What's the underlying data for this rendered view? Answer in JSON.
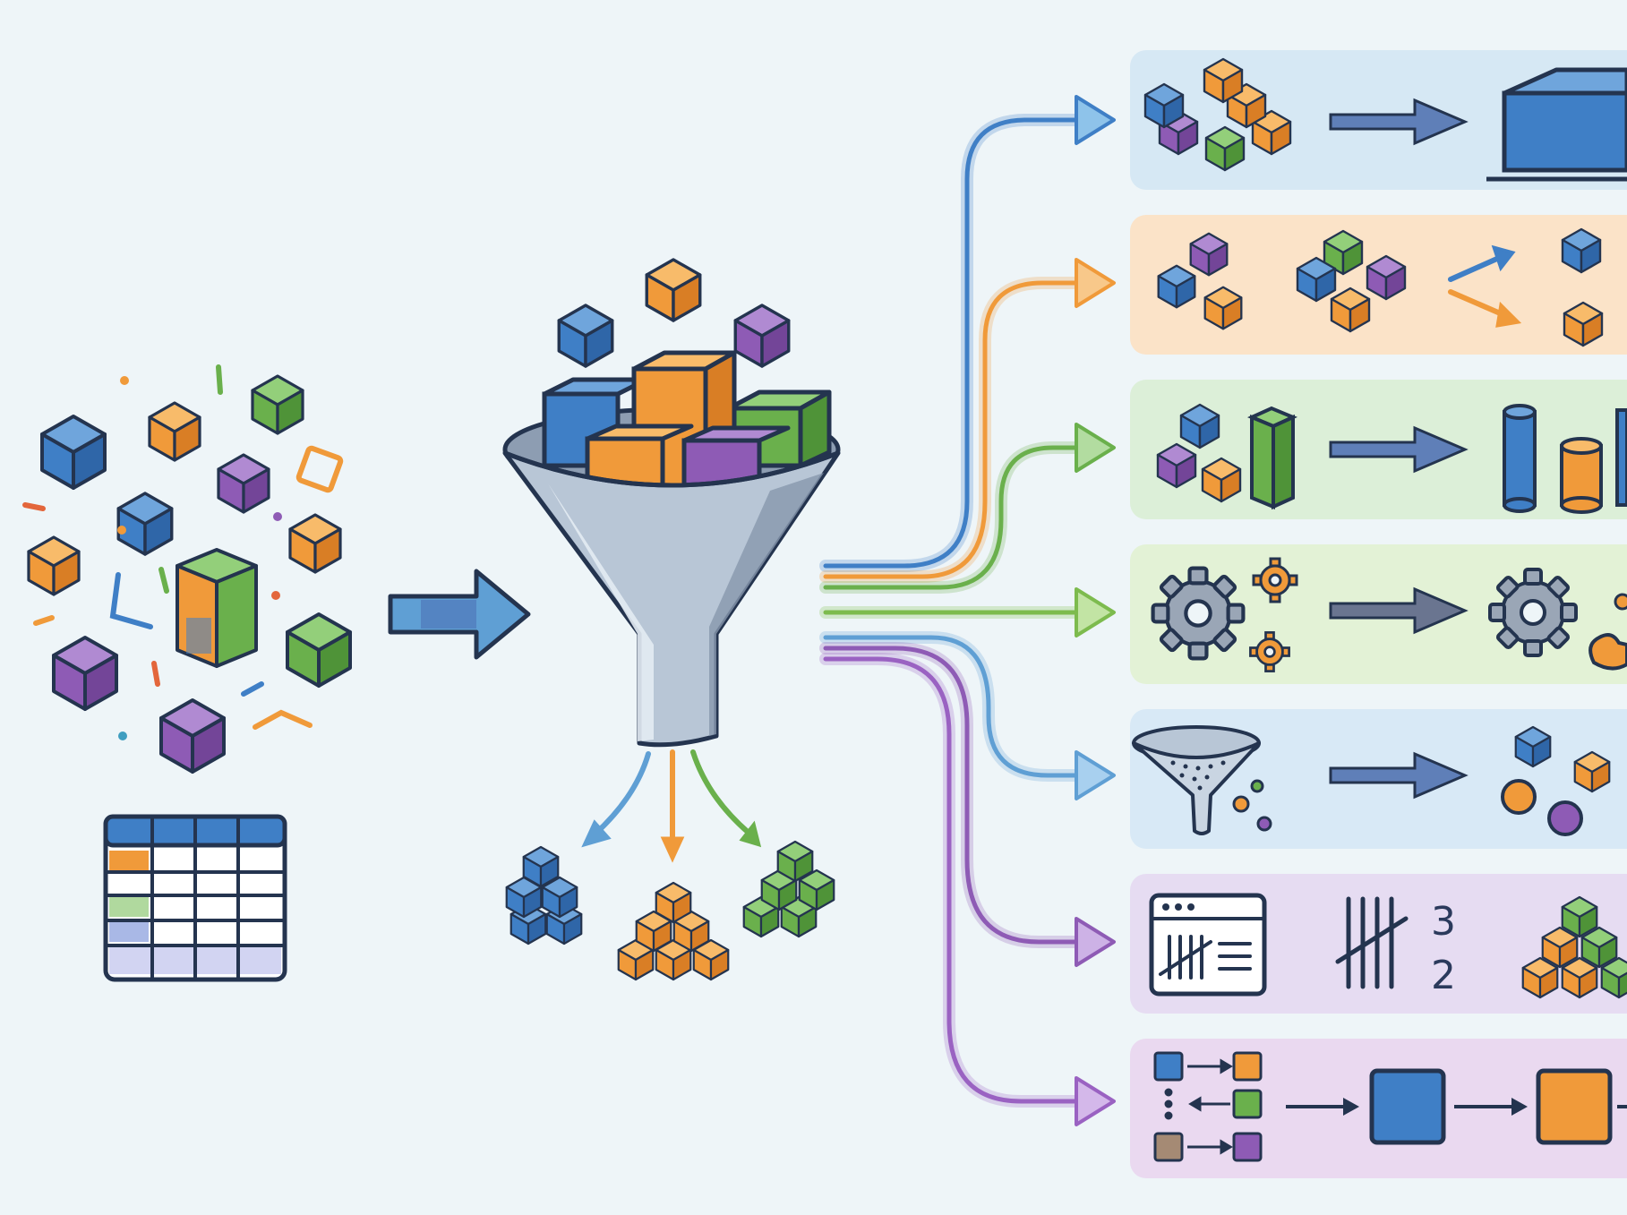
{
  "colors": {
    "background": "#eef5f8",
    "blue": "#3f7fc6",
    "orange": "#f09a3a",
    "green": "#6ab04c",
    "purple": "#8e5bb5",
    "outline": "#24344f",
    "arrow": "#3a4c7a",
    "funnel": "#b8c6d6"
  },
  "icons": {
    "input": [
      "cube-cluster-icon",
      "table-icon"
    ],
    "center": [
      "funnel-icon",
      "grouped-cube-stacks-icon"
    ],
    "pipelines": [
      "blue-pipeline-arrow-icon",
      "orange-pipeline-arrow-icon",
      "green-pipeline-arrow-icon",
      "light-green-pipeline-arrow-icon",
      "light-blue-pipeline-arrow-icon",
      "purple-pipeline-arrow-icon",
      "violet-pipeline-arrow-icon"
    ]
  },
  "rows": [
    {
      "id": "aggregate",
      "color": "#d6e8f4",
      "left_icon": "cube-pile-icon",
      "right_icon": "single-cube-icon"
    },
    {
      "id": "split",
      "color": "#fbe3c8",
      "left_icon": "cube-group-icon",
      "right_icon": "split-cubes-icon"
    },
    {
      "id": "measure",
      "color": "#dcefd8",
      "left_icon": "mixed-cubes-icon",
      "right_icon": "cylinder-chart-icon"
    },
    {
      "id": "transform",
      "color": "#e3f2d6",
      "left_icon": "gears-icon",
      "right_icon": "gear-output-icon"
    },
    {
      "id": "filter",
      "color": "#d8e9f6",
      "left_icon": "sieve-funnel-icon",
      "right_icon": "filtered-items-icon"
    },
    {
      "id": "count",
      "color": "#e6dcf2",
      "left_icon": "tally-window-icon",
      "right_icon": "stacked-cubes-icon",
      "count_top": "3",
      "count_bottom": "2"
    },
    {
      "id": "sequence",
      "color": "#ead9f0",
      "left_icon": "mapping-grid-icon",
      "right_icon": "sequence-squares-icon"
    }
  ]
}
